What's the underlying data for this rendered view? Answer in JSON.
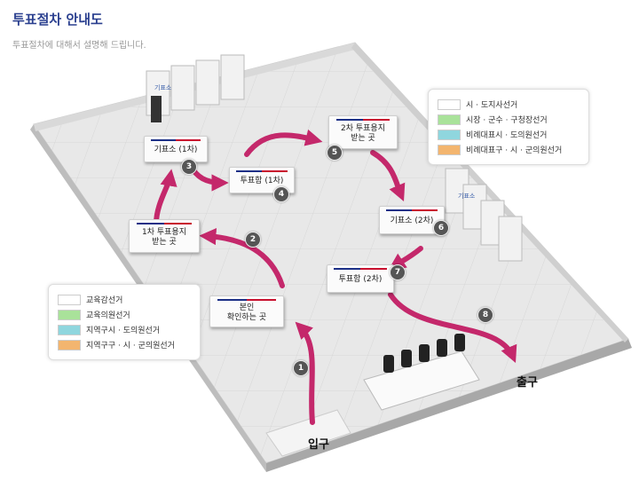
{
  "header": {
    "title": "투표절차 안내도",
    "subtitle": "투표절차에 대해서 설명해 드립니다."
  },
  "stations": [
    {
      "label": "본인\n확인하는 곳",
      "step": "1"
    },
    {
      "label": "1차 투표용지\n받는 곳",
      "step": "2"
    },
    {
      "label": "기표소 (1차)",
      "step": "3"
    },
    {
      "label": "투표함 (1차)",
      "step": "4"
    },
    {
      "label": "2차 투표용지\n받는 곳",
      "step": "5"
    },
    {
      "label": "기표소 (2차)",
      "step": "6"
    },
    {
      "label": "투표함 (2차)",
      "step": "7"
    }
  ],
  "exit_step": "8",
  "entrance_label": "입구",
  "exit_label": "출구",
  "booth_sign": "기표소",
  "legend_first": [
    {
      "label": "교육감선거",
      "color": "#ffffff"
    },
    {
      "label": "교육의원선거",
      "color": "#a9e29a"
    },
    {
      "label": "지역구시 · 도의원선거",
      "color": "#8fd6de"
    },
    {
      "label": "지역구구 · 시 · 군의원선거",
      "color": "#f3b56f"
    }
  ],
  "legend_second": [
    {
      "label": "시 · 도지사선거",
      "color": "#ffffff"
    },
    {
      "label": "시장 · 군수 · 구청장선거",
      "color": "#a9e29a"
    },
    {
      "label": "비례대표시 · 도의원선거",
      "color": "#8fd6de"
    },
    {
      "label": "비례대표구 · 시 · 군의원선거",
      "color": "#f3b56f"
    }
  ],
  "colors": {
    "arrow": "#c4286b",
    "title": "#2a3f8f",
    "floor": "#e6e6e6"
  }
}
